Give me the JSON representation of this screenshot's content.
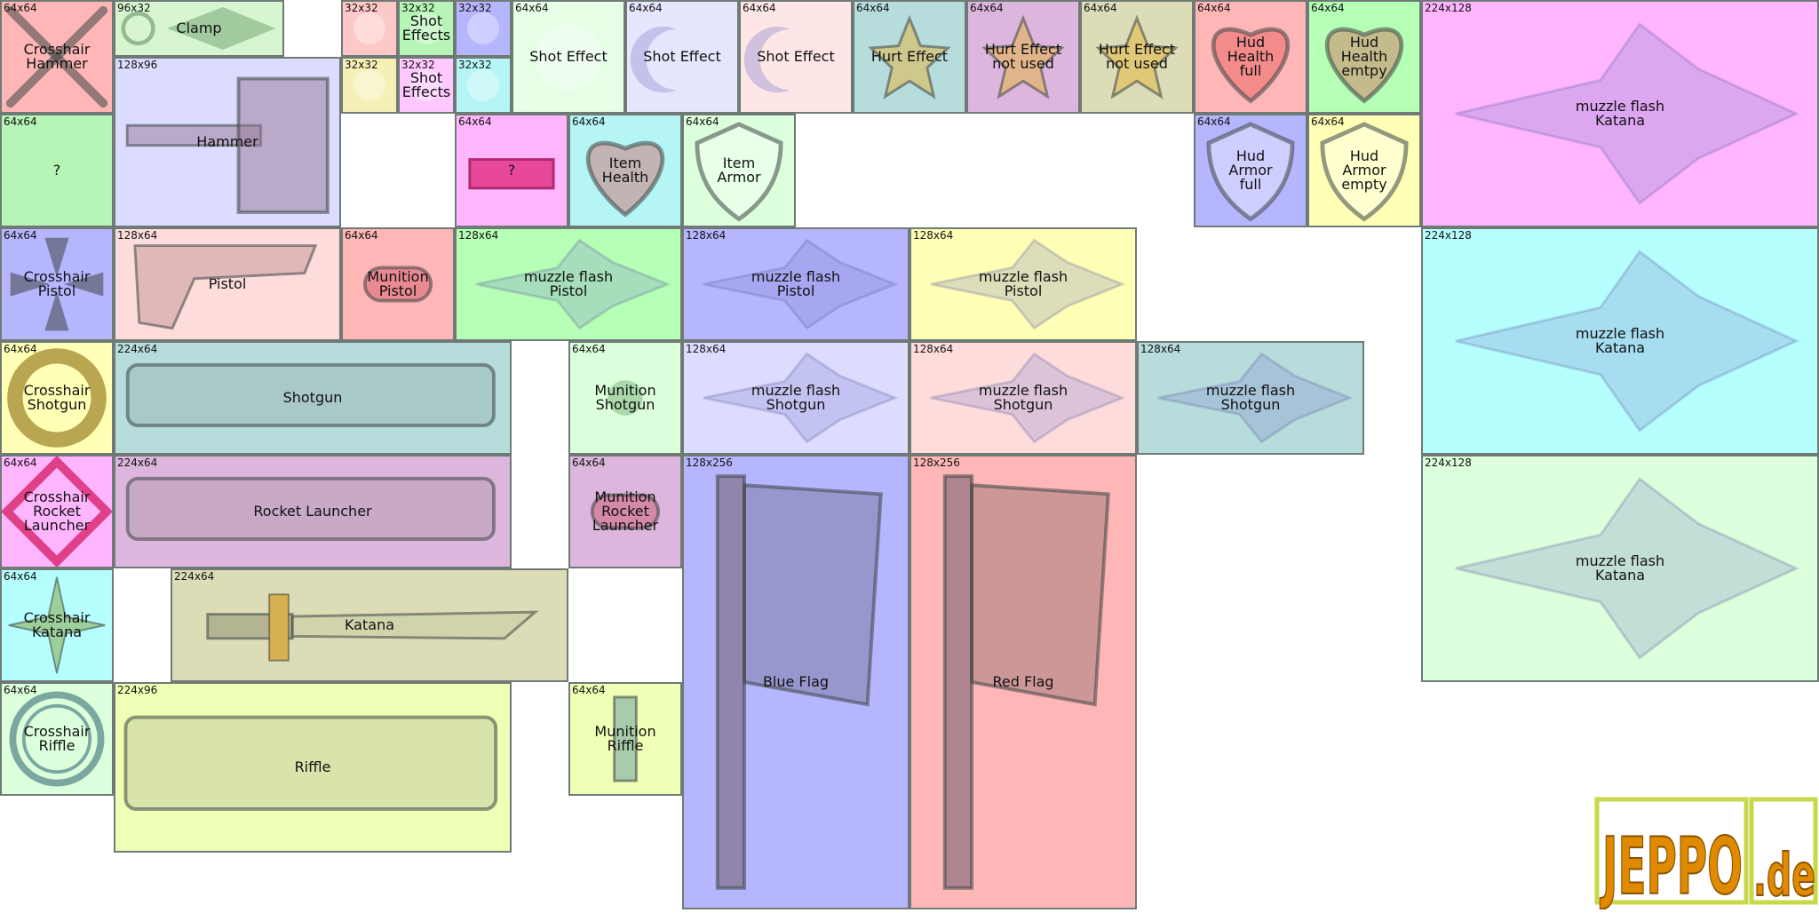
{
  "tiles": [
    {
      "id": "crosshair-hammer",
      "size": "64x64",
      "label": "Crosshair\nHammer",
      "color": "#ffb6b6",
      "icon": "crosshair-x-icon"
    },
    {
      "id": "clamp",
      "size": "96x32",
      "label": "Clamp",
      "color": "#d6f5d0",
      "icon": "clamp-icon"
    },
    {
      "id": "shot-effects-a1",
      "size": "32x32",
      "label": "",
      "color": "#ffc8c8",
      "icon": "shot-effect-icon"
    },
    {
      "id": "shot-effects-a2",
      "size": "32x32",
      "label": "Shot Effects",
      "color": "#b6f5b6",
      "icon": "shot-effect-icon"
    },
    {
      "id": "shot-effects-a3",
      "size": "32x32",
      "label": "",
      "color": "#b6b6ff",
      "icon": "shot-effect-icon"
    },
    {
      "id": "shot-effects-b1",
      "size": "32x32",
      "label": "",
      "color": "#f5f0b6",
      "icon": "shot-effect-icon"
    },
    {
      "id": "shot-effects-b2",
      "size": "32x32",
      "label": "Shot Effects",
      "color": "#ffc8ff",
      "icon": "shot-effect-icon"
    },
    {
      "id": "shot-effects-b3",
      "size": "32x32",
      "label": "",
      "color": "#b6f5f5",
      "icon": "shot-effect-icon"
    },
    {
      "id": "shot-effect-1",
      "size": "64x64",
      "label": "Shot Effect",
      "color": "#e6ffe6",
      "icon": "shot-effect-icon"
    },
    {
      "id": "shot-effect-2",
      "size": "64x64",
      "label": "Shot Effect",
      "color": "#e6e6ff",
      "icon": "crescent-icon"
    },
    {
      "id": "shot-effect-3",
      "size": "64x64",
      "label": "Shot Effect",
      "color": "#ffe6e6",
      "icon": "crescent-icon"
    },
    {
      "id": "hurt-effect",
      "size": "64x64",
      "label": "Hurt Effect",
      "color": "#b6dcdc",
      "icon": "star-icon"
    },
    {
      "id": "hurt-effect-unused-1",
      "size": "64x64",
      "label": "Hurt Effect\nnot used",
      "color": "#dcb6dc",
      "icon": "star-icon"
    },
    {
      "id": "hurt-effect-unused-2",
      "size": "64x64",
      "label": "Hurt Effect\nnot used",
      "color": "#dcdcb6",
      "icon": "star-icon"
    },
    {
      "id": "hud-health-full",
      "size": "64x64",
      "label": "Hud\nHealth\nfull",
      "color": "#ffb6b6",
      "icon": "heart-icon"
    },
    {
      "id": "hud-health-empty",
      "size": "64x64",
      "label": "Hud\nHealth\nemtpy",
      "color": "#b6ffb6",
      "icon": "heart-icon"
    },
    {
      "id": "muzzle-katana-1",
      "size": "224x128",
      "label": "muzzle flash\nKatana",
      "color": "#ffb6ff",
      "icon": "muzzle-flash-icon"
    },
    {
      "id": "unknown-1",
      "size": "64x64",
      "label": "?",
      "color": "#b6f5b6",
      "icon": ""
    },
    {
      "id": "hammer",
      "size": "128x96",
      "label": "Hammer",
      "color": "#dcdcff",
      "icon": "hammer-icon"
    },
    {
      "id": "unknown-2",
      "size": "64x64",
      "label": "?",
      "color": "#ffb6ff",
      "icon": "bar-icon"
    },
    {
      "id": "item-health",
      "size": "64x64",
      "label": "Item\nHealth",
      "color": "#b6f5f5",
      "icon": "heart-icon"
    },
    {
      "id": "item-armor",
      "size": "64x64",
      "label": "Item\nArmor",
      "color": "#dcffdc",
      "icon": "shield-icon"
    },
    {
      "id": "hud-armor-full",
      "size": "64x64",
      "label": "Hud\nArmor\nfull",
      "color": "#b6b6ff",
      "icon": "shield-icon"
    },
    {
      "id": "hud-armor-empty",
      "size": "64x64",
      "label": "Hud\nArmor\nempty",
      "color": "#ffffb6",
      "icon": "shield-icon"
    },
    {
      "id": "crosshair-pistol",
      "size": "64x64",
      "label": "Crosshair\nPistol",
      "color": "#b6b6ff",
      "icon": "crosshair-arrows-icon"
    },
    {
      "id": "pistol",
      "size": "128x64",
      "label": "Pistol",
      "color": "#ffdcdc",
      "icon": "pistol-icon"
    },
    {
      "id": "munition-pistol",
      "size": "64x64",
      "label": "Munition\nPistol",
      "color": "#ffb6b6",
      "icon": "bullet-icon"
    },
    {
      "id": "muzzle-pistol-1",
      "size": "128x64",
      "label": "muzzle flash\nPistol",
      "color": "#b6ffb6",
      "icon": "muzzle-flash-icon"
    },
    {
      "id": "muzzle-pistol-2",
      "size": "128x64",
      "label": "muzzle flash\nPistol",
      "color": "#b6b6ff",
      "icon": "muzzle-flash-icon"
    },
    {
      "id": "muzzle-pistol-3",
      "size": "128x64",
      "label": "muzzle flash\nPistol",
      "color": "#ffffb6",
      "icon": "muzzle-flash-icon"
    },
    {
      "id": "muzzle-katana-2",
      "size": "224x128",
      "label": "muzzle flash\nKatana",
      "color": "#b6ffff",
      "icon": "muzzle-flash-icon"
    },
    {
      "id": "crosshair-shotgun",
      "size": "64x64",
      "label": "Crosshair\nShotgun",
      "color": "#ffffb6",
      "icon": "crosshair-ring-icon"
    },
    {
      "id": "shotgun",
      "size": "224x64",
      "label": "Shotgun",
      "color": "#b6dcdc",
      "icon": "shotgun-icon"
    },
    {
      "id": "munition-shotgun",
      "size": "64x64",
      "label": "Munition\nShotgun",
      "color": "#dcffdc",
      "icon": "shell-icon"
    },
    {
      "id": "muzzle-shotgun-1",
      "size": "128x64",
      "label": "muzzle flash\nShotgun",
      "color": "#dcdcff",
      "icon": "muzzle-flash-icon"
    },
    {
      "id": "muzzle-shotgun-2",
      "size": "128x64",
      "label": "muzzle flash\nShotgun",
      "color": "#ffdcdc",
      "icon": "muzzle-flash-icon"
    },
    {
      "id": "muzzle-shotgun-3",
      "size": "128x64",
      "label": "muzzle flash\nShotgun",
      "color": "#b6dcdc",
      "icon": "muzzle-flash-icon"
    },
    {
      "id": "crosshair-rocket",
      "size": "64x64",
      "label": "Crosshair\nRocket\nLauncher",
      "color": "#ffb6ff",
      "icon": "crosshair-diamond-icon"
    },
    {
      "id": "rocket-launcher",
      "size": "224x64",
      "label": "Rocket Launcher",
      "color": "#dcb6dc",
      "icon": "rocket-launcher-icon"
    },
    {
      "id": "munition-rocket",
      "size": "64x64",
      "label": "Munition\nRocket\nLauncher",
      "color": "#dcb6dc",
      "icon": "rocket-icon"
    },
    {
      "id": "blue-flag",
      "size": "128x256",
      "label": "Blue Flag",
      "color": "#b6b6ff",
      "icon": "flag-icon"
    },
    {
      "id": "red-flag",
      "size": "128x256",
      "label": "Red Flag",
      "color": "#ffb6b6",
      "icon": "flag-icon"
    },
    {
      "id": "muzzle-katana-3",
      "size": "224x128",
      "label": "muzzle flash\nKatana",
      "color": "#dcffdc",
      "icon": "muzzle-flash-icon"
    },
    {
      "id": "crosshair-katana",
      "size": "64x64",
      "label": "Crosshair\nKatana",
      "color": "#b6ffff",
      "icon": "crosshair-star-icon"
    },
    {
      "id": "katana",
      "size": "224x64",
      "label": "Katana",
      "color": "#dcdcb6",
      "icon": "katana-icon"
    },
    {
      "id": "crosshair-riffle",
      "size": "64x64",
      "label": "Crosshair\nRiffle",
      "color": "#dcffdc",
      "icon": "crosshair-wheel-icon"
    },
    {
      "id": "riffle",
      "size": "224x96",
      "label": "Riffle",
      "color": "#f0ffb6",
      "icon": "riffle-icon"
    },
    {
      "id": "munition-riffle",
      "size": "64x64",
      "label": "Munition\nRiffle",
      "color": "#f0ffb6",
      "icon": "magazine-icon"
    }
  ],
  "logo": {
    "text_main": "JEPPO",
    "text_suffix": ".de",
    "color": "#e08a00"
  }
}
